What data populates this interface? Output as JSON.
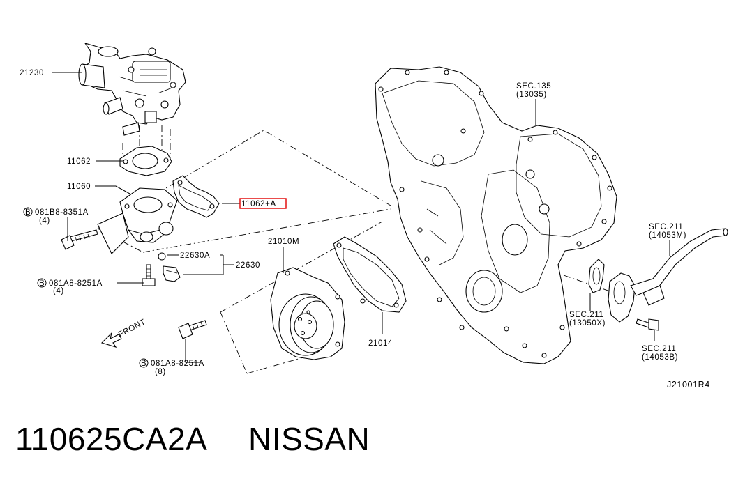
{
  "diagram": {
    "ref_code": "J21001R4",
    "caption": {
      "part_number": "110625CA2A",
      "brand": "NISSAN"
    },
    "front_label": "FRONT",
    "labels": {
      "p21230": "21230",
      "p11062": "11062",
      "p11060": "11060",
      "bolt1_no": "081B8-8351A",
      "bolt1_qty": "(4)",
      "p22630A": "22630A",
      "p22630": "22630",
      "bolt2_no": "081A8-8251A",
      "bolt2_qty": "(4)",
      "bolt3_no": "081A8-8251A",
      "bolt3_qty": "(8)",
      "bolt_circle": "B",
      "p11062A": "11062+A",
      "p21010M": "21010M",
      "p21014": "21014",
      "sec135_a": "SEC.135",
      "sec135_b": "(13035)",
      "sec211a_a": "SEC.211",
      "sec211a_b": "(14053M)",
      "sec211b_a": "SEC.211",
      "sec211b_b": "(13050X)",
      "sec211c_a": "SEC.211",
      "sec211c_b": "(14053B)"
    },
    "highlight_color": "#e00000"
  }
}
